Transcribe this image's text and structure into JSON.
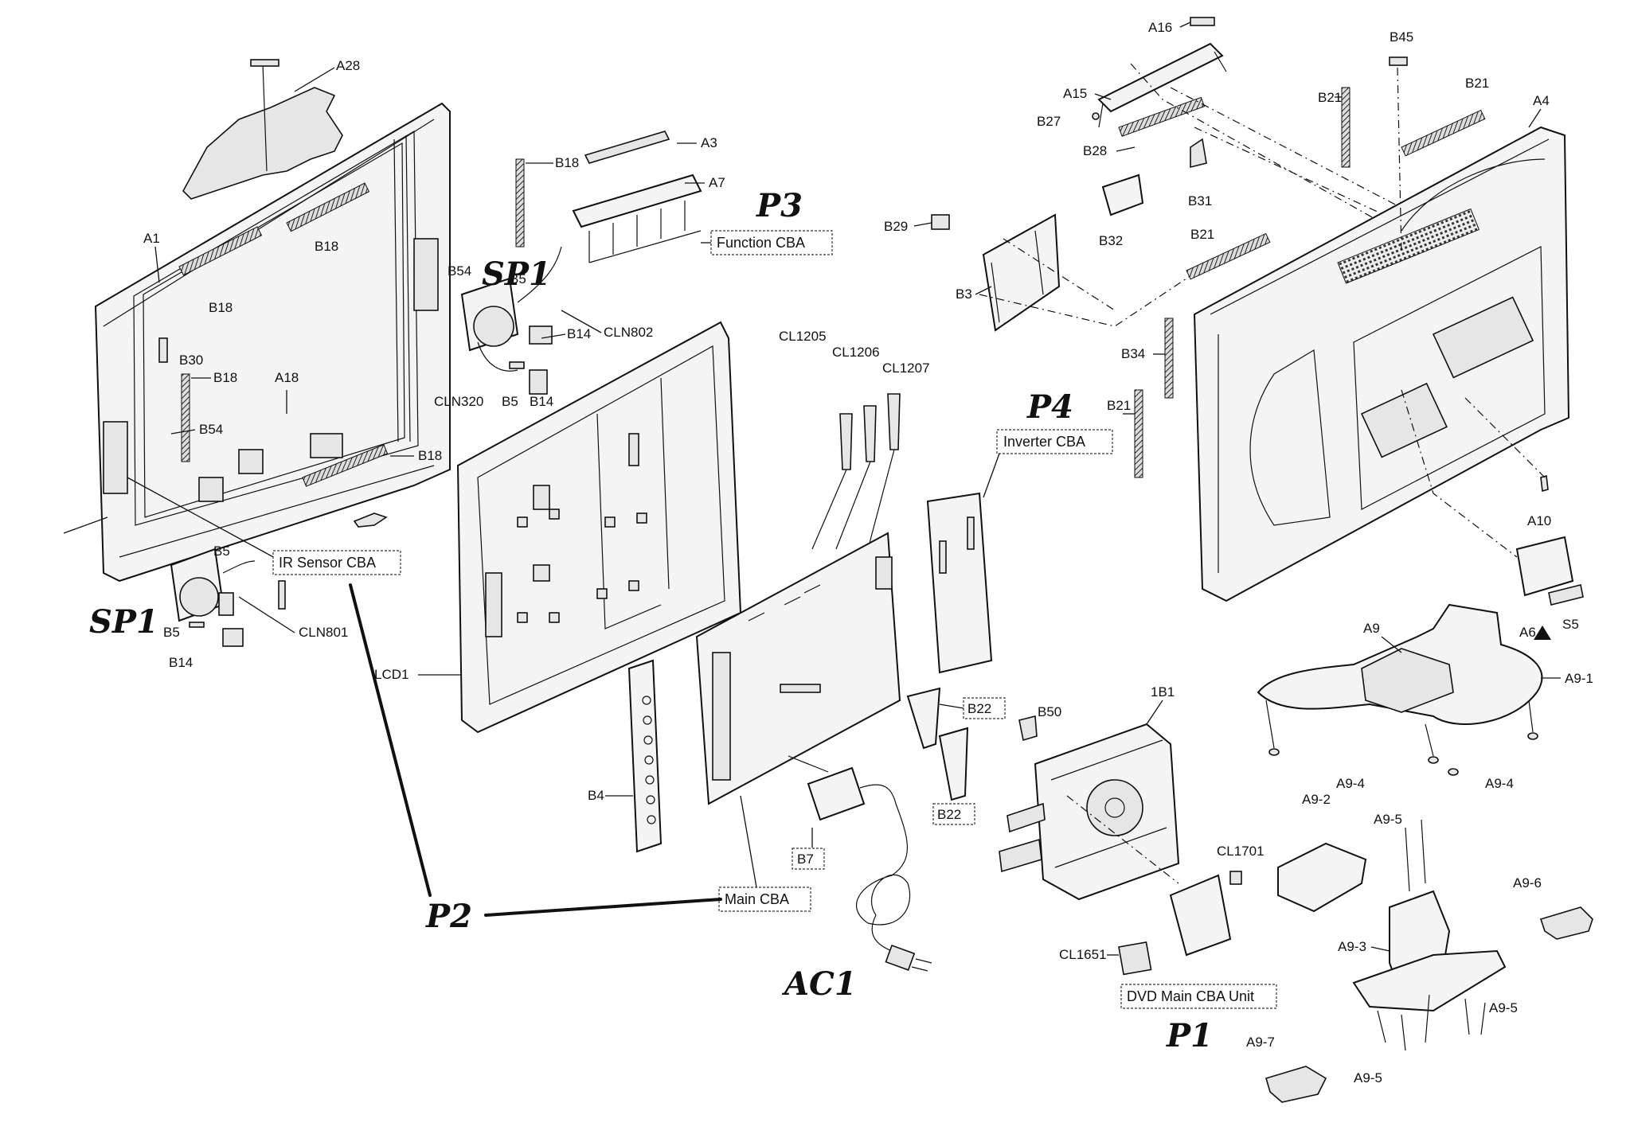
{
  "labels": {
    "A28": "A28",
    "A3": "A3",
    "A7": "A7",
    "B18": "B18",
    "A1": "A1",
    "B54": "B54",
    "B5": "B5",
    "B14": "B14",
    "CLN802": "CLN802",
    "B30": "B30",
    "A18": "A18",
    "CLN320": "CLN320",
    "B4": "B4",
    "CL1205": "CL1205",
    "CL1206": "CL1206",
    "CL1207": "CL1207",
    "CLN801": "CLN801",
    "LCD1": "LCD1",
    "B7": "B7",
    "B22": "B22",
    "A16": "A16",
    "A15": "A15",
    "B27": "B27",
    "B28": "B28",
    "B29": "B29",
    "B3": "B3",
    "B31": "B31",
    "B32": "B32",
    "B21": "B21",
    "B45": "B45",
    "A4": "A4",
    "B34": "B34",
    "A10": "A10",
    "A9": "A9",
    "A9-1": "A9-1",
    "A6": "A6",
    "S5": "S5",
    "A9-4": "A9-4",
    "A9-2": "A9-2",
    "A9-5": "A9-5",
    "A9-6": "A9-6",
    "A9-3": "A9-3",
    "A9-7": "A9-7",
    "B50": "B50",
    "1B1": "1B1",
    "CL1701": "CL1701",
    "CL1651": "CL1651"
  },
  "boxes": {
    "function_cba": "Function CBA",
    "ir_sensor_cba": "IR Sensor CBA",
    "inverter_cba": "Inverter CBA",
    "main_cba": "Main CBA",
    "dvd_main_cba_unit": "DVD Main CBA Unit"
  },
  "handwritten": {
    "p3": "P3",
    "p4": "P4",
    "p2": "P2",
    "p1": "P1",
    "sp1_top": "SP1",
    "sp1_bottom": "SP1",
    "ac1": "AC1"
  },
  "icons": {
    "warning": "warning-triangle-icon"
  }
}
